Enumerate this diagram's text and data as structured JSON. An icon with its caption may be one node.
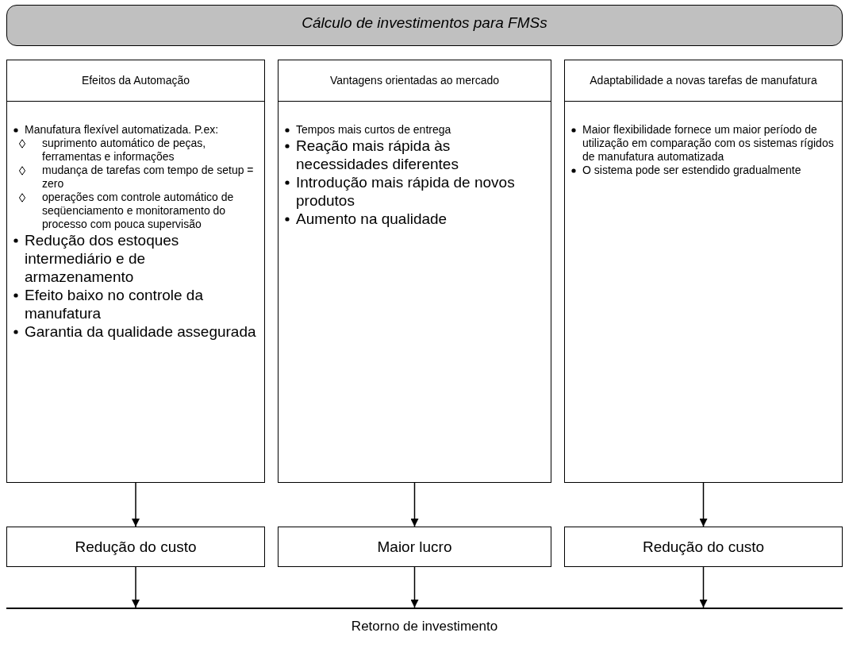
{
  "diagram": {
    "nodes": [
      {
        "text": [
          "Cálculo de investimentos para FMSs"
        ]
      },
      {
        "text": [
          "Efeitos da Automação"
        ]
      },
      {
        "text": [
          "Vantagens orientadas ao mercado"
        ]
      },
      {
        "text": [
          "Adaptabilidade a novas tarefas de manufatura"
        ]
      },
      {
        "text": [
          "Manufatura flexível automatizada. P.ex:",
          "suprimento automático de peças, ferramentas e informações",
          "mudança de tarefas com tempo de setup = zero",
          "operações com controle automático de seqüenciamento e monitoramento do processo com pouca supervisão",
          "Redução dos estoques intermediário e de armazenamento",
          "Efeito baixo no controle da manufatura",
          "Garantia da qualidade assegurada"
        ]
      },
      {
        "text": [
          "Tempos mais curtos de entrega",
          "Reação mais rápida às necessidades diferentes",
          "Introdução mais rápida de novos produtos",
          "Aumento na qualidade"
        ]
      },
      {
        "text": [
          "Maior flexibilidade fornece um maior período de utilização em comparação com os sistemas rígidos de manufatura automatizada",
          "O sistema pode ser estendido gradualmente"
        ]
      },
      {
        "text": [
          "Redução do custo"
        ]
      },
      {
        "text": [
          "Maior lucro"
        ]
      },
      {
        "text": [
          "Redução do custo"
        ]
      },
      {
        "text": [
          "Retorno de investimento"
        ]
      }
    ],
    "edges": [
      {
        "from": 4,
        "to": 7,
        "arrow": "to"
      },
      {
        "from": 5,
        "to": 8,
        "arrow": "to"
      },
      {
        "from": 6,
        "to": 9,
        "arrow": "to"
      },
      {
        "from": 7,
        "to": 10,
        "arrow": "to"
      },
      {
        "from": 8,
        "to": 10,
        "arrow": "to"
      },
      {
        "from": 9,
        "to": 10,
        "arrow": "to"
      }
    ]
  }
}
